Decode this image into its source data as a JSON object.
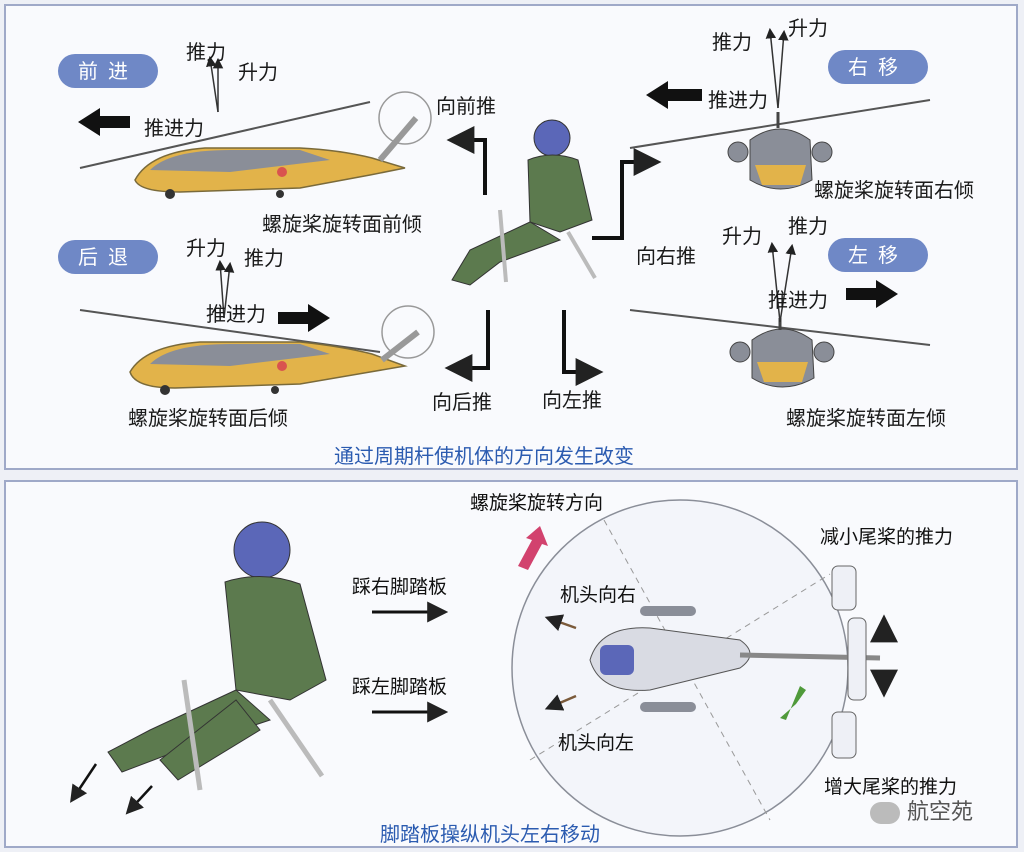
{
  "top": {
    "caption": "通过周期杆使机体的方向发生改变",
    "badges": {
      "forward": "前进",
      "backward": "后退",
      "right": "右移",
      "left": "左移"
    },
    "forward": {
      "thrust": "推力",
      "lift": "升力",
      "propulsion": "推进力",
      "tilt": "螺旋桨旋转面前倾"
    },
    "backward": {
      "lift": "升力",
      "thrust": "推力",
      "propulsion": "推进力",
      "tilt": "螺旋桨旋转面后倾"
    },
    "right": {
      "thrust": "推力",
      "lift": "升力",
      "propulsion": "推进力",
      "tilt": "螺旋桨旋转面右倾"
    },
    "left": {
      "lift": "升力",
      "thrust": "推力",
      "propulsion": "推进力",
      "tilt": "螺旋桨旋转面左倾"
    },
    "stick": {
      "push_forward": "向前推",
      "push_right": "向右推",
      "push_back": "向后推",
      "push_left": "向左推"
    }
  },
  "bottom": {
    "caption": "脚踏板操纵机头左右移动",
    "rotor_direction": "螺旋桨旋转方向",
    "press_right": "踩右脚踏板",
    "press_left": "踩左脚踏板",
    "nose_right": "机头向右",
    "nose_left": "机头向左",
    "reduce_tail": "减小尾桨的推力",
    "increase_tail": "增大尾桨的推力"
  },
  "watermark": "航空苑",
  "colors": {
    "caption": "#2b5bb0",
    "badge": "#6f88c6",
    "fuselage": "#e2b34a",
    "pilot": "#5c7a4e",
    "arrow_pink": "#d2426e",
    "arrow_green": "#4f9a3a",
    "arrow_blue": "#4a63b8"
  }
}
